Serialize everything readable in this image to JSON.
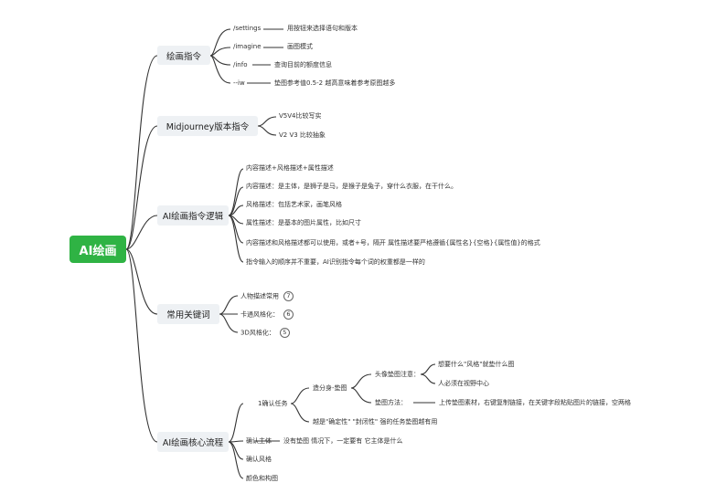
{
  "root": "AI绘画",
  "branch1": {
    "title": "绘画指令",
    "items": [
      {
        "cmd": "/settings",
        "desc": "用按钮来选择语句和版本"
      },
      {
        "cmd": "/imagine",
        "desc": "画图模式"
      },
      {
        "cmd": "/info",
        "desc": "查询目前的额度信息"
      },
      {
        "cmd": "--iw",
        "desc": "垫图参考值0.5-2  越高意味着参考原图越多"
      }
    ]
  },
  "branch2": {
    "title": "Midjourney版本指令",
    "items": [
      "V5V4比较写实",
      "V2  V3 比较抽象"
    ]
  },
  "branch3": {
    "title": "AI绘画指令逻辑",
    "items": [
      "内容描述+风格描述+属性描述",
      "内容描述：是主体，是狮子是马，是猴子是兔子，穿什么衣服，在干什么。",
      "风格描述：包括艺术家，画笔风格",
      "属性描述：是基本的图片属性，比如尺寸",
      "内容描述和风格描述都可以使用，或者+号，隔开  属性描述要严格遵循{属性名}{空格}{属性值}的格式",
      "指令输入的顺序并不重要，AI识别指令每个词的权重都是一样的"
    ]
  },
  "branch4": {
    "title": "常用关键词",
    "items": [
      {
        "label": "人物描述常用",
        "badge": "7"
      },
      {
        "label": "卡通风格化：",
        "badge": "6"
      },
      {
        "label": "3D风格化：",
        "badge": "5"
      }
    ]
  },
  "branch5": {
    "title": "AI绘画核心流程",
    "step1": "1确认任务",
    "sub1": "造分身-垫图",
    "sub1a": "头像垫图注意：",
    "sub1a_items": [
      "想要什么\"风格\"就垫什么图",
      "人必须在视野中心"
    ],
    "sub1b": "垫图方法：",
    "sub1b_item": "上传垫图素材，右键复制链接，在关键字段粘贴图片的链接，空两格",
    "sub2": "越是\"确定性\"  \"封闭性\"  强的任务垫图越有用",
    "step2": "确认主体",
    "step2_desc": "没有垫图  情况下，一定要有  它主体是什么",
    "step3": "确认风格",
    "step4": "颜色和构图"
  },
  "colors": {
    "root": "#2fb344",
    "branch": "#eef1f4",
    "line": "#333333"
  }
}
